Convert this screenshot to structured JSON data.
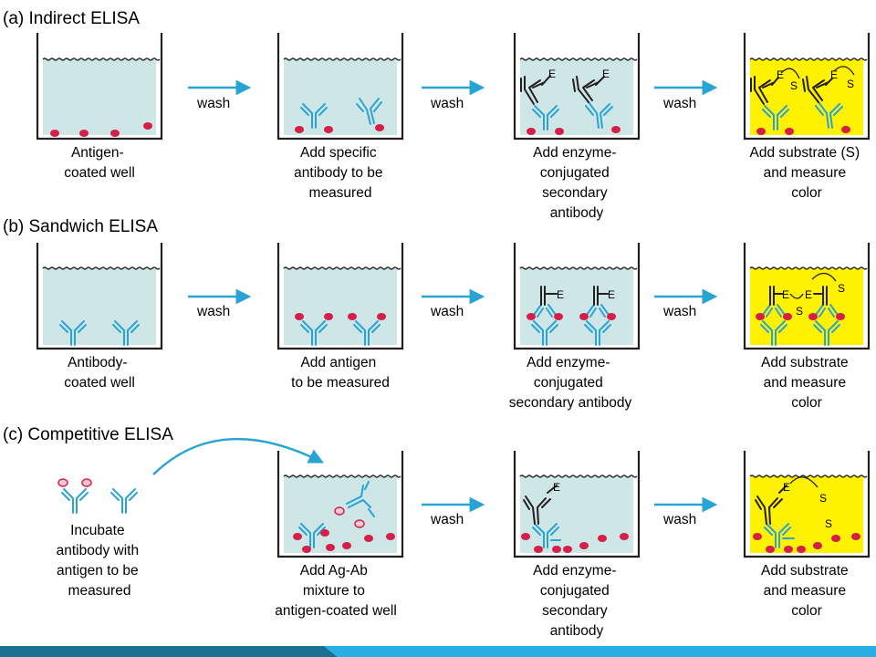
{
  "colors": {
    "liquid": "#cfe6e6",
    "substrate_liquid": "#fff200",
    "antibody": "#29a3d6",
    "antigen": "#d51f48",
    "antigen_free_fill": "#f7c8d3",
    "arrow": "#29a3d6",
    "enzyme_antibody": "#231f20",
    "footer_dark": "#1b6f93",
    "footer_light": "#29aee3"
  },
  "panels": [
    {
      "title": "(a) Indirect ELISA",
      "steps": [
        {
          "caption": [
            "Antigen-",
            "coated well"
          ]
        },
        {
          "caption": [
            "Add specific",
            "antibody to be",
            "measured"
          ]
        },
        {
          "caption": [
            "Add enzyme-",
            "conjugated",
            "secondary",
            "antibody"
          ]
        },
        {
          "caption": [
            "Add substrate (S)",
            "and measure",
            "color"
          ]
        }
      ],
      "arrows": [
        "wash",
        "wash",
        "wash"
      ],
      "labels": {
        "enzyme": "E",
        "substrate": "S"
      }
    },
    {
      "title": "(b) Sandwich ELISA",
      "steps": [
        {
          "caption": [
            "Antibody-",
            "coated well"
          ]
        },
        {
          "caption": [
            "Add antigen",
            "to be measured"
          ]
        },
        {
          "caption": [
            "Add enzyme-",
            "conjugated",
            "secondary antibody"
          ]
        },
        {
          "caption": [
            "Add substrate",
            "and measure",
            "color"
          ]
        }
      ],
      "arrows": [
        "wash",
        "wash",
        "wash"
      ],
      "labels": {
        "enzyme": "E",
        "substrate": "S"
      }
    },
    {
      "title": "(c) Competitive ELISA",
      "steps": [
        {
          "caption": [
            "Incubate",
            "antibody with",
            "antigen to be",
            "measured"
          ]
        },
        {
          "caption": [
            "Add Ag-Ab",
            "mixture to",
            "antigen-coated well"
          ]
        },
        {
          "caption": [
            "Add enzyme-",
            "conjugated",
            "secondary",
            "antibody"
          ]
        },
        {
          "caption": [
            "Add substrate",
            "and measure",
            "color"
          ]
        }
      ],
      "arrows": [
        "wash",
        "wash"
      ],
      "labels": {
        "enzyme": "E",
        "substrate": "S"
      }
    }
  ]
}
